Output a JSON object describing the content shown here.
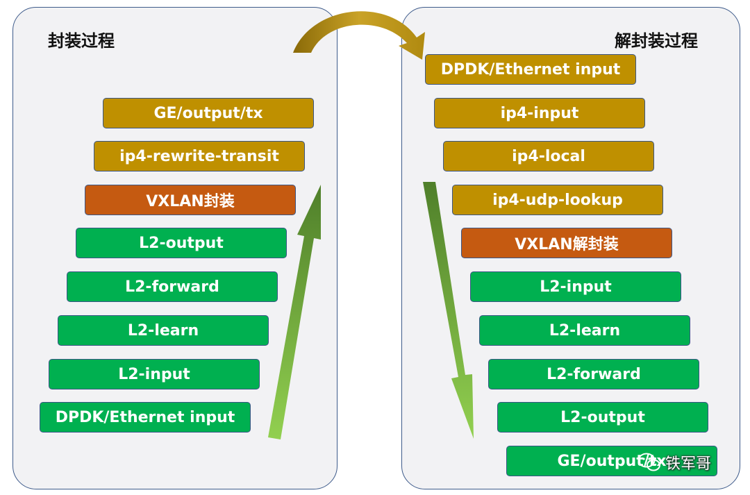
{
  "left_panel": {
    "title": "封装过程",
    "boxes": [
      {
        "label": "GE/output/tx",
        "color": "gold"
      },
      {
        "label": "ip4-rewrite-transit",
        "color": "gold"
      },
      {
        "label": "VXLAN封装",
        "color": "orange"
      },
      {
        "label": "L2-output",
        "color": "green"
      },
      {
        "label": "L2-forward",
        "color": "green"
      },
      {
        "label": "L2-learn",
        "color": "green"
      },
      {
        "label": "L2-input",
        "color": "green"
      },
      {
        "label": "DPDK/Ethernet input",
        "color": "green"
      }
    ]
  },
  "right_panel": {
    "title": "解封装过程",
    "boxes": [
      {
        "label": "DPDK/Ethernet input",
        "color": "gold"
      },
      {
        "label": "ip4-input",
        "color": "gold"
      },
      {
        "label": "ip4-local",
        "color": "gold"
      },
      {
        "label": "ip4-udp-lookup",
        "color": "gold"
      },
      {
        "label": "VXLAN解封装",
        "color": "orange"
      },
      {
        "label": "L2-input",
        "color": "green"
      },
      {
        "label": "L2-learn",
        "color": "green"
      },
      {
        "label": "L2-forward",
        "color": "green"
      },
      {
        "label": "L2-output",
        "color": "green"
      },
      {
        "label": "GE/output/tx",
        "color": "green"
      }
    ]
  },
  "colors": {
    "gold": "#bf9000",
    "orange": "#c55a11",
    "green": "#00b050",
    "panel_border": "#3d5a8a",
    "arrow_green_dark": "#4f7f2a",
    "arrow_green_light": "#92d050",
    "arrow_curve": "#b08a10"
  },
  "watermark": {
    "text": "铁军哥",
    "icon": "wechat-icon"
  }
}
